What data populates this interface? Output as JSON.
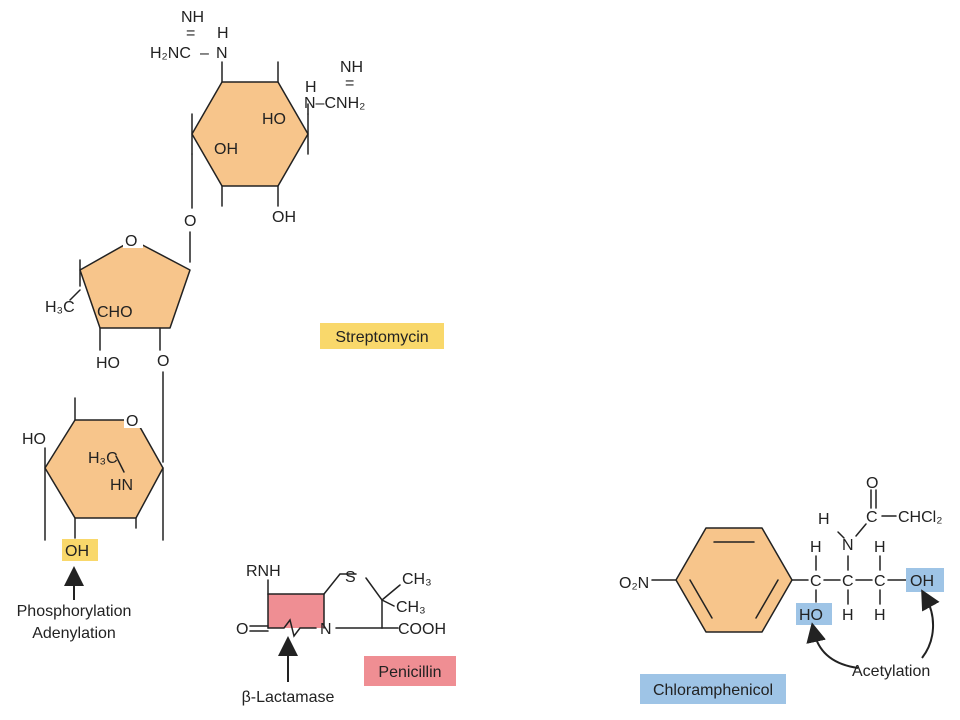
{
  "colors": {
    "ring_fill": "#f7c58b",
    "streptomycin_highlight": "#f9d86b",
    "penicillin_highlight": "#ef8e93",
    "chloramphenicol_highlight": "#9ec4e6",
    "ink": "#222222"
  },
  "streptomycin": {
    "label": "Streptomycin",
    "guanidine_top": {
      "nh": "NH",
      "eq": "=",
      "h": "H",
      "h2n": "H₂NC",
      "dash": "–",
      "n": "N"
    },
    "guanidine_right": {
      "nh": "NH",
      "eq": "=",
      "h": "H",
      "n": "N–CNH₂"
    },
    "hexose_ho": "HO",
    "hexose_oh": "OH",
    "hexose_oh_bottom": "OH",
    "glycosidic_o1": "O",
    "furanose_o": "O",
    "furanose_ch3": "H₃C",
    "furanose_cho": "CHO",
    "furanose_ho": "HO",
    "glycosidic_o2": "O",
    "pyranose_o": "O",
    "pyranose_ho": "HO",
    "pyranose_h3c": "H₃C",
    "pyranose_hn": "HN",
    "pyranose_oh_highlight": "OH",
    "modification": [
      "Phosphorylation",
      "Adenylation"
    ]
  },
  "penicillin": {
    "label": "Penicillin",
    "rnh": "RNH",
    "s": "S",
    "ch3_a": "CH₃",
    "ch3_b": "CH₃",
    "o": "O",
    "n": "N",
    "cooh": "COOH",
    "enzyme": "β-Lactamase"
  },
  "chloramphenicol": {
    "label": "Chloramphenicol",
    "o2n": "O₂N",
    "carbonyl_o": "O",
    "chcl2": "CHCl₂",
    "amide_h": "H",
    "amide_n": "N",
    "c1": "C",
    "c2": "C",
    "c3": "C",
    "h_top1": "H",
    "h_top2": "H",
    "h_bottom2": "H",
    "h_bottom3": "H",
    "ho_highlight": "HO",
    "oh_highlight": "OH",
    "modification": "Acetylation"
  }
}
